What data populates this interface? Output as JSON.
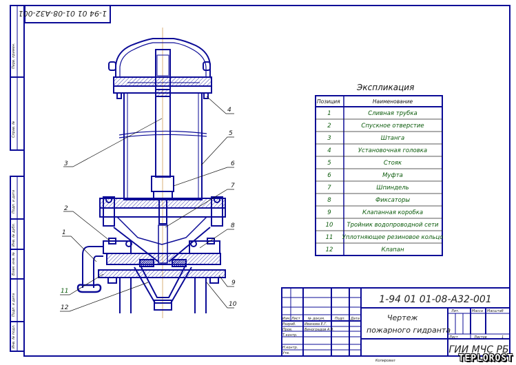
{
  "stamp_code": "1-94 01 01-08-А32-001",
  "side_strip": [
    "Перв. примен.",
    "Справ. №",
    "Подп. и дата",
    "Инв. № дубл.",
    "Взам. инв. №",
    "Подп. и дата",
    "Инв. № подл."
  ],
  "explication": {
    "title": "Экспликация",
    "headers": [
      "Позиция",
      "Наименование"
    ],
    "rows": [
      {
        "pos": "1",
        "name": "Сливная трубка"
      },
      {
        "pos": "2",
        "name": "Спускное отверстие"
      },
      {
        "pos": "3",
        "name": "Штанга"
      },
      {
        "pos": "4",
        "name": "Установочная головка"
      },
      {
        "pos": "5",
        "name": "Стояк"
      },
      {
        "pos": "6",
        "name": "Муфта"
      },
      {
        "pos": "7",
        "name": "Шпиндель"
      },
      {
        "pos": "8",
        "name": "Фиксаторы"
      },
      {
        "pos": "9",
        "name": "Клапанная коробка"
      },
      {
        "pos": "10",
        "name": "Тройник водопроводной сети"
      },
      {
        "pos": "11",
        "name": "Уплотняющее резиновое кольцо"
      },
      {
        "pos": "12",
        "name": "Клапан"
      }
    ]
  },
  "callouts": [
    "1",
    "2",
    "3",
    "4",
    "5",
    "6",
    "7",
    "8",
    "9",
    "10",
    "11",
    "12"
  ],
  "title_block": {
    "code": "1-94 01 01-08-А32-001",
    "name_line1": "Чертеж",
    "name_line2": "пожарного гидранта",
    "col_headers": [
      "Изм.",
      "Лист",
      "№ докум.",
      "Подп.",
      "Дата"
    ],
    "roles": [
      "Разраб.",
      "Пров.",
      "Т.контр.",
      "",
      "Н.контр.",
      "Утв."
    ],
    "developer": "Иванова Е.Г.",
    "checker": "Виноградов А.В.",
    "lit_label": "Лит.",
    "mass_label": "Масса",
    "scale_label": "Масштаб",
    "sheet_label": "Лист",
    "sheets_label": "Листов",
    "sheets_count": "1",
    "organization": "ГИИ МЧС РБ",
    "copied_label": "Копировал"
  },
  "watermark": "TEPLOROST",
  "colors": {
    "line": "#0a0a96",
    "text": "#0a5a0a",
    "axis": "#c89040"
  }
}
